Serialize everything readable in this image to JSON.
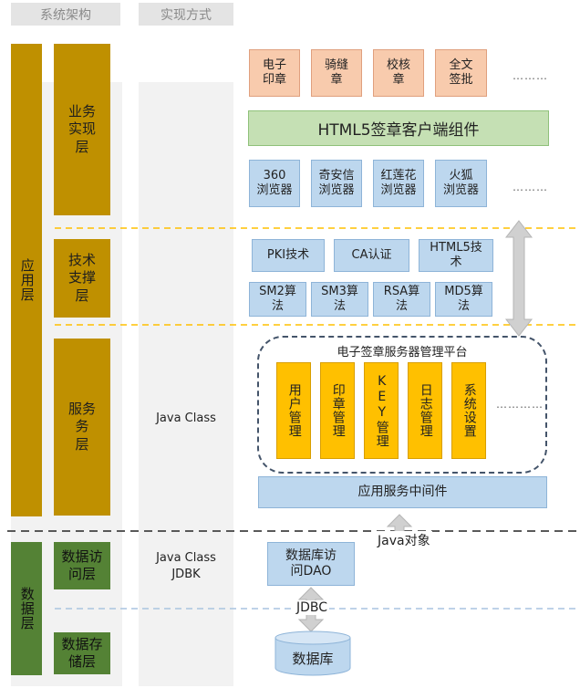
{
  "headers": {
    "architecture": "系统架构",
    "implementation": "实现方式"
  },
  "layers": {
    "app": "应用层",
    "data": "数据层",
    "business": "业务\n实现\n层",
    "tech": "技术\n支撑\n层",
    "service": "服务\n务\n层",
    "dao": "数据访\n问层",
    "storage": "数据存\n储层"
  },
  "implementation": {
    "service": "Java Class",
    "dao": "Java Class\nJDBK"
  },
  "business": {
    "items": [
      "电子\n印章",
      "骑缝\n章",
      "校核\n章",
      "全文\n签批"
    ],
    "ellipsis": "………",
    "html5": "HTML5签章客户端组件",
    "browsers": [
      "360\n浏览器",
      "奇安信\n浏览器",
      "红莲花\n浏览器",
      "火狐\n浏览器"
    ],
    "browsers_ellipsis": "………"
  },
  "tech": {
    "row1": [
      "PKI技术",
      "CA认证",
      "HTML5技\n术"
    ],
    "row2": [
      "SM2算\n法",
      "SM3算\n法",
      "RSA算\n法",
      "MD5算\n法"
    ]
  },
  "service": {
    "platform_title": "电子签章服务器管理平台",
    "modules": [
      "用户管理",
      "印章管理",
      "KEY管理",
      "日志管理",
      "系统设置"
    ],
    "ellipsis": "…………",
    "middleware": "应用服务中间件"
  },
  "data": {
    "java_object": "Java对象",
    "dao_box": "数据库访\n问DAO",
    "jdbc": "JDBC",
    "database": "数据库"
  }
}
